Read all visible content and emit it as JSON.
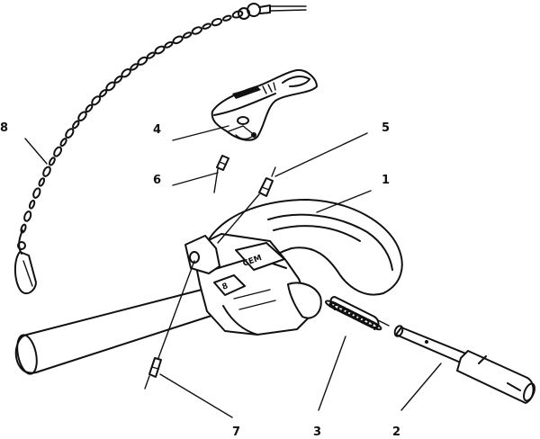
{
  "callouts": [
    {
      "id": "label-1",
      "text": "1"
    },
    {
      "id": "label-2",
      "text": "2"
    },
    {
      "id": "label-3",
      "text": "3"
    },
    {
      "id": "label-4",
      "text": "4"
    },
    {
      "id": "label-5",
      "text": "5"
    },
    {
      "id": "label-6",
      "text": "6"
    },
    {
      "id": "label-7",
      "text": "7"
    },
    {
      "id": "label-8",
      "text": "8"
    }
  ],
  "marks": {
    "body_logo": "CEM",
    "body_stamp": "8"
  }
}
